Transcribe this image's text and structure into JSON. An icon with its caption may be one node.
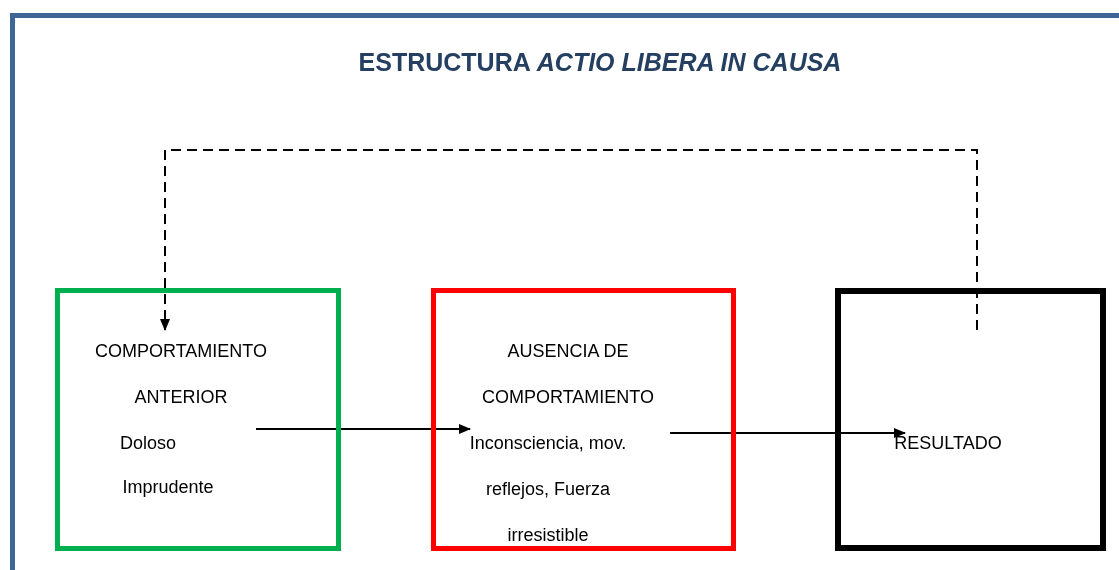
{
  "diagram": {
    "title": "ESTRUCTURA *ACTIO LIBERA IN CAUSA*",
    "nodes": [
      {
        "text": [
          "COMPORTAMIENTO ANTERIOR",
          "Doloso",
          "Imprudente"
        ]
      },
      {
        "text": [
          "AUSENCIA DE COMPORTAMIENTO",
          "Inconsciencia, mov. reflejos, Fuerza irresistible"
        ]
      },
      {
        "text": [
          "RESULTADO"
        ]
      }
    ],
    "edges": [
      {
        "from": 0,
        "to": 1,
        "arrow": "to"
      },
      {
        "from": 1,
        "to": 2,
        "arrow": "to"
      },
      {
        "from": 2,
        "to": 0,
        "arrow": "to",
        "style": "dashed"
      }
    ]
  }
}
